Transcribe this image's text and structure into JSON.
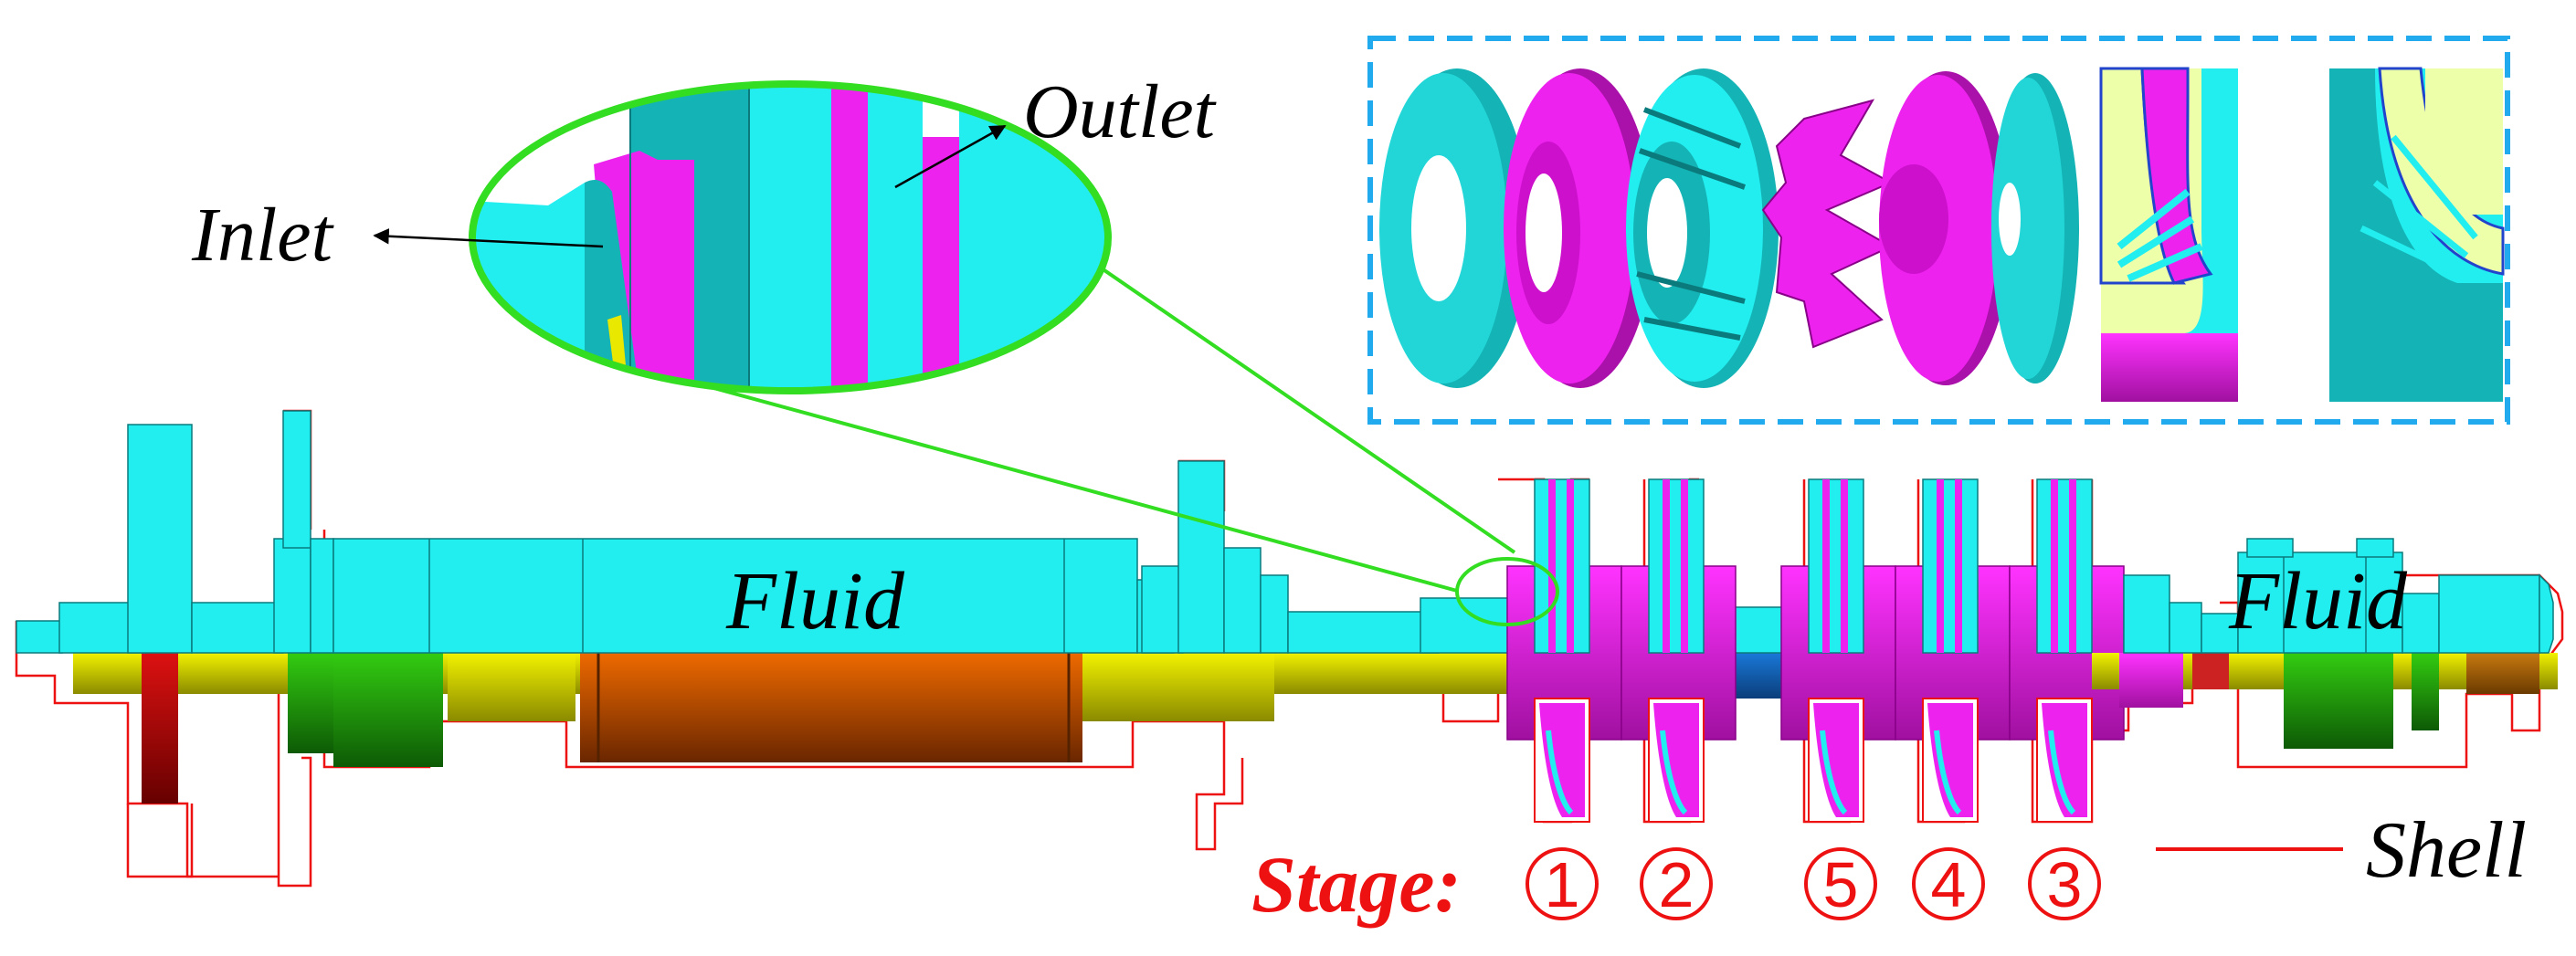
{
  "labels": {
    "inlet": "Inlet",
    "outlet": "Outlet",
    "fluid_left": "Fluid",
    "fluid_right": "Fluid",
    "stage": "Stage:",
    "shell": "Shell"
  },
  "stages": [
    {
      "number": "1",
      "id": "stage-1"
    },
    {
      "number": "2",
      "id": "stage-2"
    },
    {
      "number": "5",
      "id": "stage-5"
    },
    {
      "number": "4",
      "id": "stage-4"
    },
    {
      "number": "3",
      "id": "stage-3"
    }
  ],
  "colors": {
    "fluid_cyan": "#22eef0",
    "impeller_magenta": "#ee22ee",
    "dark_teal": "#14b3b5",
    "shell_red": "#ee1111",
    "zoom_green": "#33dd22",
    "inset_border_blue": "#22aaee",
    "yellow_section": "#e8e800",
    "green_section": "#22aa11",
    "orange_section": "#dd5a00",
    "blue_section": "#1a6ec8",
    "pale_yellow": "#eeffaa"
  }
}
